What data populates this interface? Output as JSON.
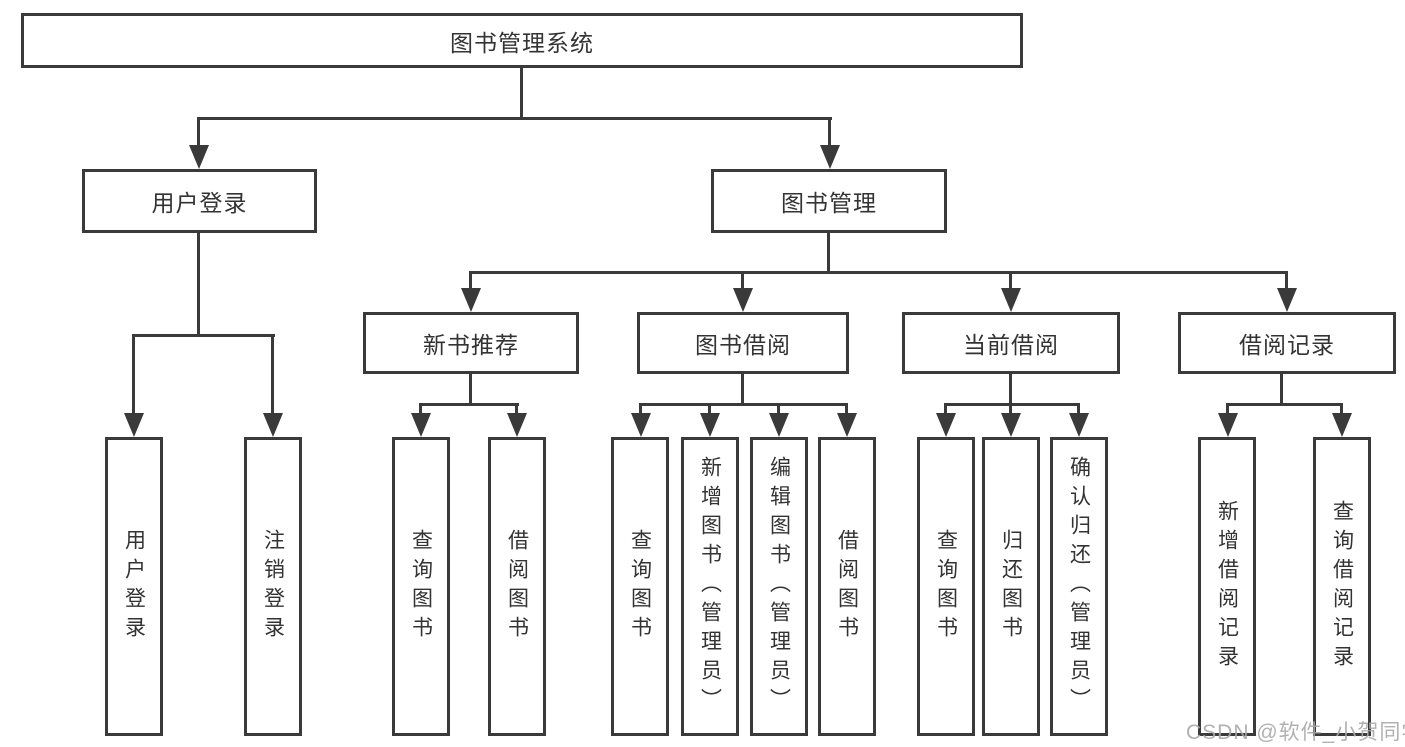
{
  "page": {
    "background_color": "#ffffff",
    "line_color": "#3a3a3a",
    "text_color": "#333333",
    "watermark": "CSDN @软件_小贺同学",
    "watermark_color": "#a8a8a8"
  },
  "tree": {
    "root": {
      "label": "图书管理系统"
    },
    "level2": [
      {
        "label": "用户登录"
      },
      {
        "label": "图书管理"
      }
    ],
    "login_children": [
      {
        "label": "用户登录"
      },
      {
        "label": "注销登录"
      }
    ],
    "level3": [
      {
        "label": "新书推荐"
      },
      {
        "label": "图书借阅"
      },
      {
        "label": "当前借阅"
      },
      {
        "label": "借阅记录"
      }
    ],
    "level4": {
      "new_book": [
        {
          "label": "查询图书"
        },
        {
          "label": "借阅图书"
        }
      ],
      "borrow": [
        {
          "label": "查询图书"
        },
        {
          "label": "新增图书（管理员）"
        },
        {
          "label": "编辑图书（管理员）"
        },
        {
          "label": "借阅图书"
        }
      ],
      "current": [
        {
          "label": "查询图书"
        },
        {
          "label": "归还图书"
        },
        {
          "label": "确认归还（管理员）"
        }
      ],
      "records": [
        {
          "label": "新增借阅记录"
        },
        {
          "label": "查询借阅记录"
        }
      ]
    }
  }
}
